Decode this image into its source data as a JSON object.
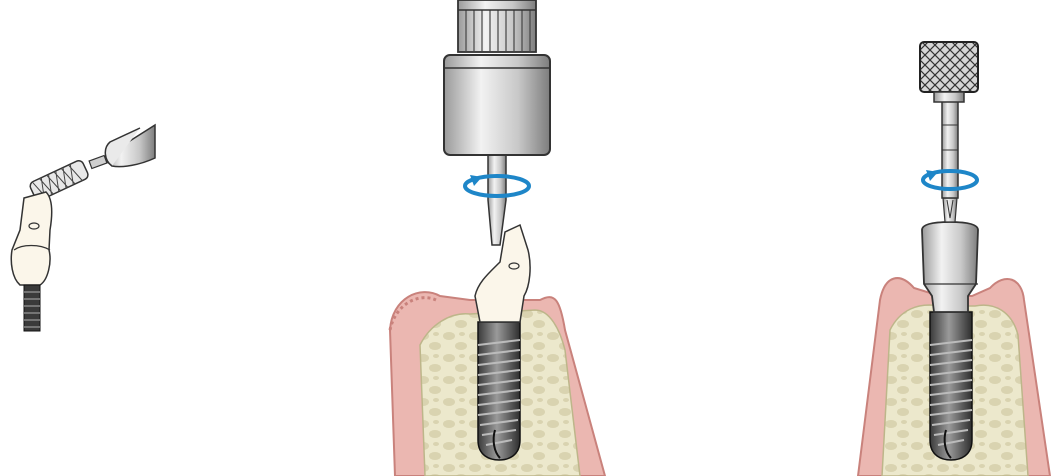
{
  "panels": [
    {
      "id": "abutment-grinding"
    },
    {
      "id": "abutment-seated-driver"
    },
    {
      "id": "cover-screw-driver"
    }
  ],
  "colors": {
    "gum": "#EBB7B1",
    "gum_dark": "#D98F89",
    "bone": "#ECE8CC",
    "bone_dot": "#D9D3B0",
    "metal_light": "#E6E6E6",
    "metal_mid": "#B3B3B3",
    "metal_dark": "#4D4D4D",
    "abutment": "#FBF6EA",
    "rotation_arrow": "#1E86C8"
  },
  "icons": [
    "rotation-arrow-icon",
    "bur-icon",
    "knurled-handle-icon"
  ]
}
